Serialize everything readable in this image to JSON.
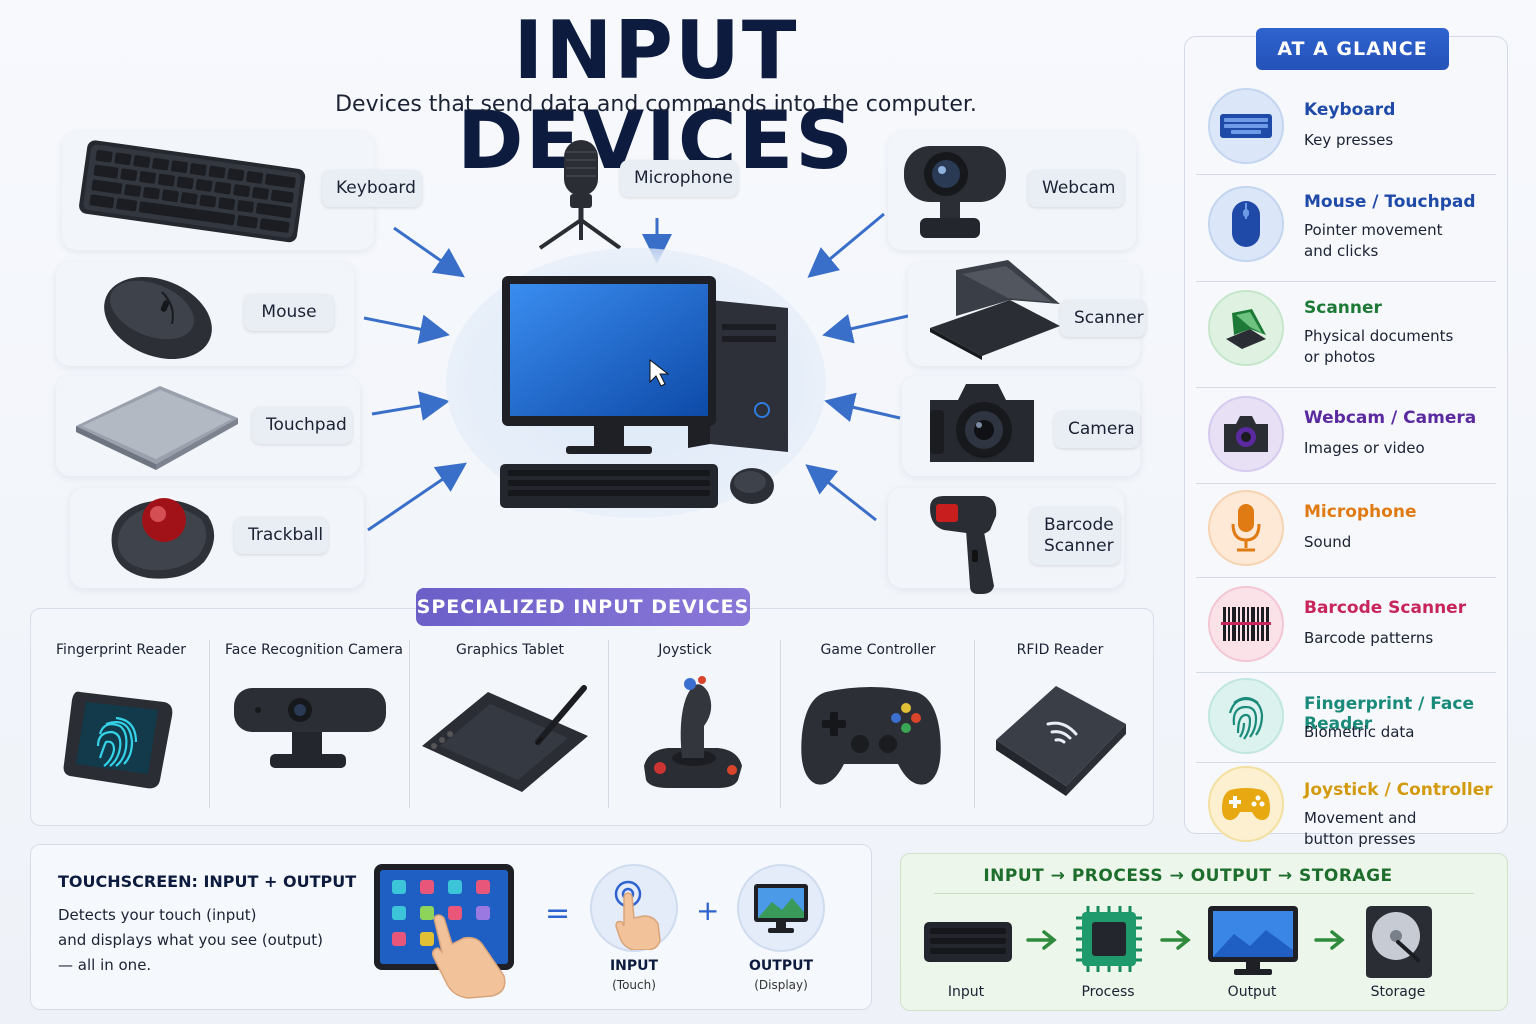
{
  "header": {
    "title": "INPUT DEVICES",
    "subtitle": "Devices that send data and commands into the computer."
  },
  "devices_left": [
    {
      "label": "Keyboard",
      "icon": "keyboard-icon"
    },
    {
      "label": "Mouse",
      "icon": "mouse-icon"
    },
    {
      "label": "Touchpad",
      "icon": "touchpad-icon"
    },
    {
      "label": "Trackball",
      "icon": "trackball-icon"
    }
  ],
  "devices_top": {
    "label": "Microphone",
    "icon": "microphone-icon"
  },
  "devices_right": [
    {
      "label": "Webcam",
      "icon": "webcam-icon"
    },
    {
      "label": "Scanner",
      "icon": "scanner-icon"
    },
    {
      "label": "Camera",
      "icon": "camera-icon"
    },
    {
      "label": "Barcode Scanner",
      "line1": "Barcode",
      "line2": "Scanner",
      "icon": "barcode-scanner-icon"
    }
  ],
  "center": {
    "icon": "desktop-computer-icon"
  },
  "specialized": {
    "title": "SPECIALIZED INPUT DEVICES",
    "items": [
      {
        "label": "Fingerprint Reader",
        "icon": "fingerprint-reader-icon"
      },
      {
        "label": "Face Recognition Camera",
        "icon": "face-recognition-camera-icon"
      },
      {
        "label": "Graphics Tablet",
        "icon": "graphics-tablet-icon"
      },
      {
        "label": "Joystick",
        "icon": "joystick-icon"
      },
      {
        "label": "Game Controller",
        "icon": "game-controller-icon"
      },
      {
        "label": "RFID Reader",
        "icon": "rfid-reader-icon"
      }
    ]
  },
  "touchscreen": {
    "title": "TOUCHSCREEN: INPUT + OUTPUT",
    "desc_line1": "Detects your touch (input)",
    "desc_line2": "and displays what you see (output)",
    "desc_line3": "— all in one.",
    "equals": "=",
    "plus": "+",
    "input_label": "INPUT",
    "input_sub": "(Touch)",
    "output_label": "OUTPUT",
    "output_sub": "(Display)"
  },
  "flow": {
    "title": "INPUT → PROCESS → OUTPUT → STORAGE",
    "steps": [
      "Input",
      "Process",
      "Output",
      "Storage"
    ]
  },
  "glance": {
    "title": "AT A GLANCE",
    "items": [
      {
        "title": "Keyboard",
        "desc": "Key presses",
        "color": "#1f4aa8",
        "bg": "#dbe7f8",
        "icon": "keyboard-icon"
      },
      {
        "title": "Mouse / Touchpad",
        "desc": "Pointer movement and clicks",
        "desc1": "Pointer movement",
        "desc2": "and clicks",
        "color": "#1f4aa8",
        "bg": "#dbe7f8",
        "icon": "mouse-icon"
      },
      {
        "title": "Scanner",
        "desc": "Physical documents or photos",
        "desc1": "Physical documents",
        "desc2": "or photos",
        "color": "#1d7a36",
        "bg": "#dff2e2",
        "icon": "scanner-icon"
      },
      {
        "title": "Webcam / Camera",
        "desc": "Images or video",
        "color": "#5b2aa0",
        "bg": "#e8e1f5",
        "icon": "camera-icon"
      },
      {
        "title": "Microphone",
        "desc": "Sound",
        "color": "#e07a12",
        "bg": "#fde9d6",
        "icon": "microphone-icon"
      },
      {
        "title": "Barcode Scanner",
        "desc": "Barcode patterns",
        "color": "#c8265a",
        "bg": "#fbe1e8",
        "icon": "barcode-icon"
      },
      {
        "title": "Fingerprint / Face Reader",
        "desc": "Biometric data",
        "color": "#1a8a7a",
        "bg": "#dcf2ee",
        "icon": "fingerprint-icon"
      },
      {
        "title": "Joystick / Controller",
        "desc": "Movement and button presses",
        "desc1": "Movement and",
        "desc2": "button presses",
        "color": "#d49a0e",
        "bg": "#fcf0d0",
        "icon": "gamepad-icon"
      }
    ]
  },
  "colors": {
    "accent_blue": "#2f63cf",
    "arrow_blue": "#3a6fc9",
    "flow_green": "#1d6e2c",
    "spec_purple": "#7a6ad0"
  }
}
